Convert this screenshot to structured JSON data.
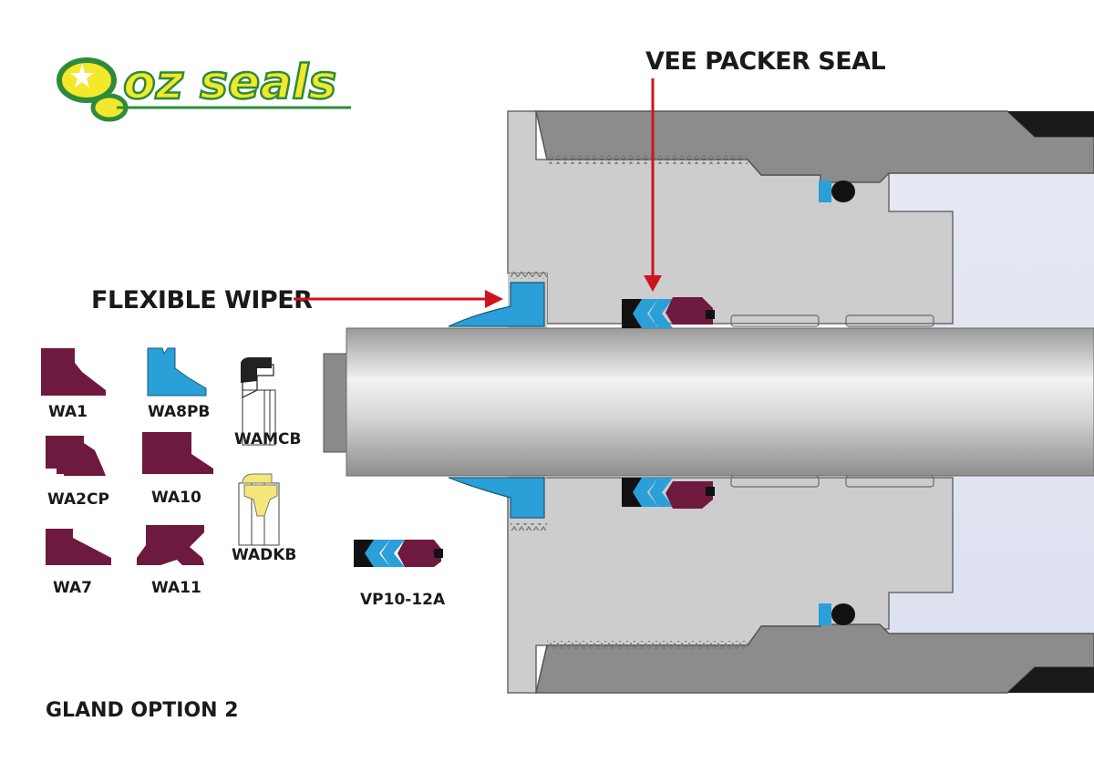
{
  "logo": {
    "text": "oz seals"
  },
  "callouts": {
    "vee_packer": "VEE PACKER SEAL",
    "flexible_wiper": "FLEXIBLE WIPER"
  },
  "wipers": [
    {
      "code": "WA1",
      "color": "#6d1a3e"
    },
    {
      "code": "WA8PB",
      "color": "#2a9fd8"
    },
    {
      "code": "WAMCB",
      "color": "#2a2a2a"
    },
    {
      "code": "WA2CP",
      "color": "#6d1a3e"
    },
    {
      "code": "WA10",
      "color": "#6d1a3e"
    },
    {
      "code": "WADKB",
      "color": "#f3e77a"
    },
    {
      "code": "WA7",
      "color": "#6d1a3e"
    },
    {
      "code": "WA11",
      "color": "#6d1a3e"
    }
  ],
  "vee_packer_part": {
    "code": "VP10-12A"
  },
  "footer": {
    "gland_option": "GLAND OPTION 2"
  },
  "colors": {
    "arrow": "#d0141e",
    "maroon": "#6d1a3e",
    "blue": "#2a9fd8",
    "logo_green": "#2e8b3a",
    "logo_yellow": "#f2e82c",
    "gland_grey": "#cdcdcd",
    "barrel_grey": "#8c8c8c"
  }
}
